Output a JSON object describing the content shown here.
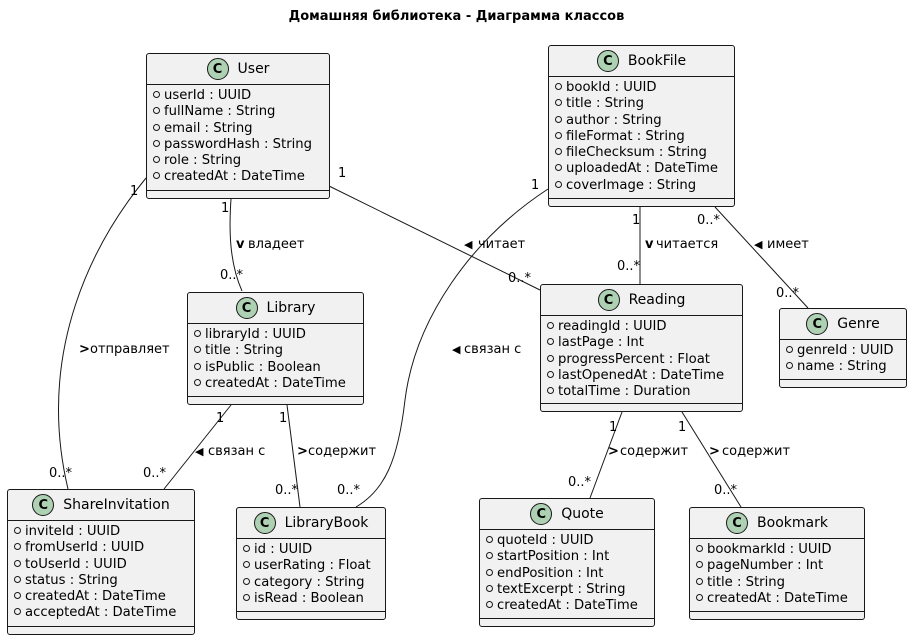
{
  "title": "Домашняя библиотека - Диаграмма классов",
  "badge": "C",
  "classes": {
    "user": {
      "name": "User",
      "attrs": [
        "userId : UUID",
        "fullName : String",
        "email : String",
        "passwordHash : String",
        "role : String",
        "createdAt : DateTime"
      ]
    },
    "bookfile": {
      "name": "BookFile",
      "attrs": [
        "bookId : UUID",
        "title : String",
        "author : String",
        "fileFormat : String",
        "fileChecksum : String",
        "uploadedAt : DateTime",
        "coverImage : String"
      ]
    },
    "library": {
      "name": "Library",
      "attrs": [
        "libraryId : UUID",
        "title : String",
        "isPublic : Boolean",
        "createdAt : DateTime"
      ]
    },
    "reading": {
      "name": "Reading",
      "attrs": [
        "readingId : UUID",
        "lastPage : Int",
        "progressPercent : Float",
        "lastOpenedAt : DateTime",
        "totalTime : Duration"
      ]
    },
    "genre": {
      "name": "Genre",
      "attrs": [
        "genreId : UUID",
        "name : String"
      ]
    },
    "shareinvitation": {
      "name": "ShareInvitation",
      "attrs": [
        "inviteId : UUID",
        "fromUserId : UUID",
        "toUserId : UUID",
        "status : String",
        "createdAt : DateTime",
        "acceptedAt : DateTime"
      ]
    },
    "librarybook": {
      "name": "LibraryBook",
      "attrs": [
        "id : UUID",
        "userRating : Float",
        "category : String",
        "isRead : Boolean"
      ]
    },
    "quote": {
      "name": "Quote",
      "attrs": [
        "quoteId : UUID",
        "startPosition : Int",
        "endPosition : Int",
        "textExcerpt : String",
        "createdAt : DateTime"
      ]
    },
    "bookmark": {
      "name": "Bookmark",
      "attrs": [
        "bookmarkId : UUID",
        "pageNumber : Int",
        "title : String",
        "createdAt : DateTime"
      ]
    }
  },
  "associations": {
    "user_library": {
      "label": "владеет",
      "arrow": "v",
      "from_mult": "1",
      "to_mult": "0..*"
    },
    "user_reading": {
      "label": "читает",
      "arrow": "◀",
      "from_mult": "1",
      "to_mult": "0..*"
    },
    "user_share": {
      "label": "отправляет",
      "arrow": ">",
      "from_mult": "1",
      "to_mult": "0..*"
    },
    "bookfile_librarybook": {
      "label": "связан с",
      "arrow": "◀",
      "from_mult": "1",
      "to_mult": "0..*"
    },
    "bookfile_reading": {
      "label": "читается",
      "arrow": "v",
      "from_mult": "1",
      "to_mult": "0..*"
    },
    "bookfile_genre": {
      "label": "имеет",
      "arrow": "◀",
      "from_mult": "0..*",
      "to_mult": "0..*"
    },
    "library_share": {
      "label": "связан с",
      "arrow": "◀",
      "from_mult": "1",
      "to_mult": "0..*"
    },
    "library_librarybook": {
      "label": "содержит",
      "arrow": ">",
      "from_mult": "1",
      "to_mult": "0..*"
    },
    "reading_quote": {
      "label": "содержит",
      "arrow": ">",
      "from_mult": "1",
      "to_mult": "0..*"
    },
    "reading_bookmark": {
      "label": "содержит",
      "arrow": ">",
      "from_mult": "1",
      "to_mult": "0..*"
    }
  }
}
